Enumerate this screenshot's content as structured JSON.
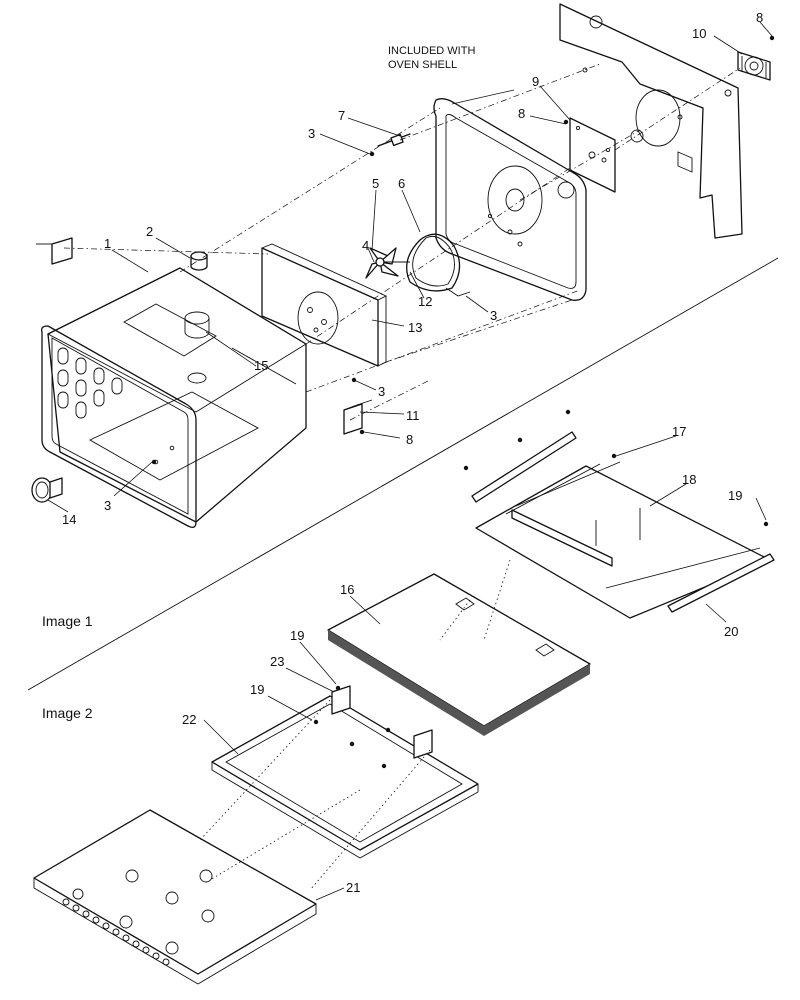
{
  "note": {
    "line1": "INCLUDED WITH",
    "line2": "OVEN SHELL"
  },
  "sections": {
    "image1": "Image 1",
    "image2": "Image 2"
  },
  "callouts": {
    "c1": "1",
    "c2": "2",
    "c3a": "3",
    "c3b": "3",
    "c3c": "3",
    "c3d": "3",
    "c4": "4",
    "c5": "5",
    "c6": "6",
    "c7": "7",
    "c8a": "8",
    "c8b": "8",
    "c8c": "8",
    "c9": "9",
    "c10": "10",
    "c11": "11",
    "c12": "12",
    "c13": "13",
    "c14": "14",
    "c15": "15",
    "c16": "16",
    "c17": "17",
    "c18": "18",
    "c19a": "19",
    "c19b": "19",
    "c19c": "19",
    "c20": "20",
    "c21": "21",
    "c22": "22",
    "c23": "23"
  }
}
